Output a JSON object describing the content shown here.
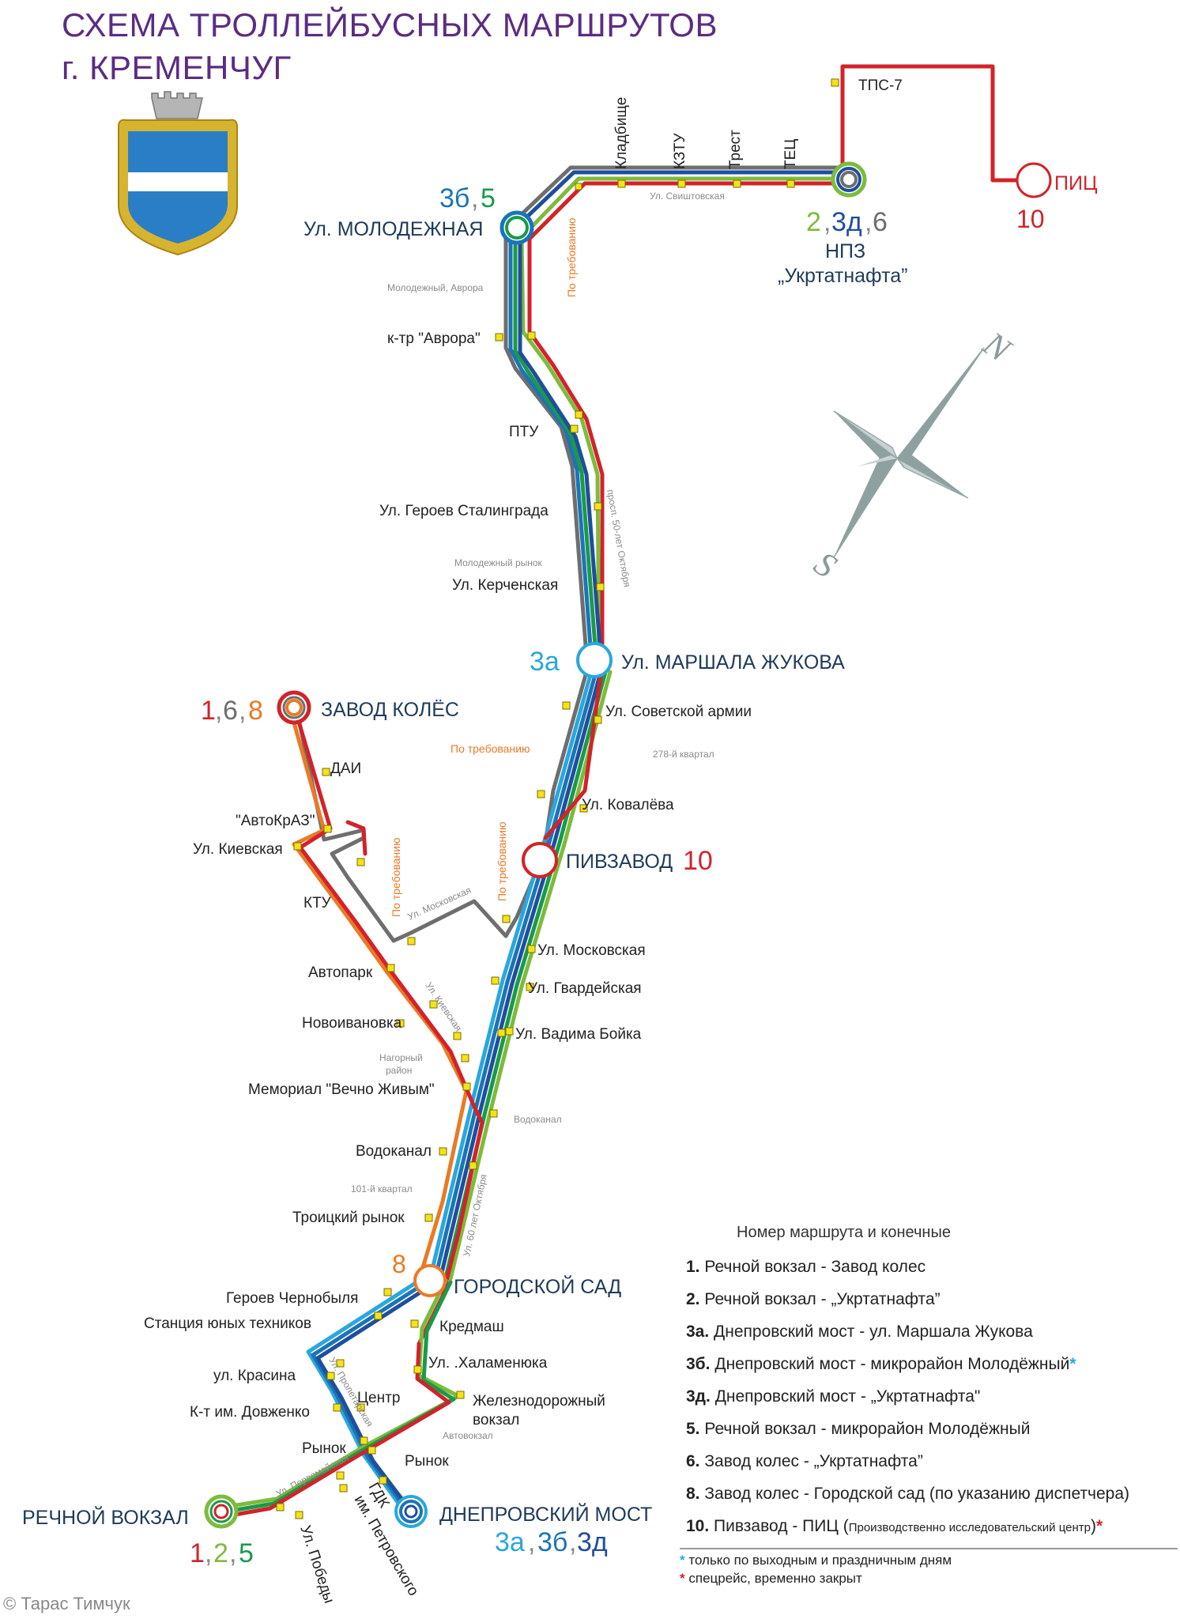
{
  "title": {
    "line1": "СХЕМА ТРОЛЛЕЙБУСНЫХ МАРШРУТОВ",
    "line2": "г. КРЕМЕНЧУГ"
  },
  "colors": {
    "r1": "#d2232a",
    "r2": "#7dbb3c",
    "r3a": "#2aa7dd",
    "r3b": "#1a74b8",
    "r3d": "#1e4f9c",
    "r5": "#1a9a49",
    "r6": "#6e6e6e",
    "r8": "#ea7a25",
    "r10": "#d2232a",
    "stop": "#f5e31a",
    "label": "#1f3a5a",
    "compass": "#8a9a9a"
  },
  "compass": {
    "north": "N",
    "south": "S"
  },
  "terminals": {
    "molodezhnaya": {
      "name": "Ул. МОЛОДЕЖНАЯ",
      "routes": [
        "3б",
        "5"
      ]
    },
    "npz": {
      "name": "НПЗ",
      "name2": "„Укртатнафта”",
      "routes": [
        "2",
        "3д",
        "6"
      ]
    },
    "pic": {
      "name": "ПИЦ",
      "routes": [
        "10"
      ]
    },
    "zhukova": {
      "name": "Ул. МАРШАЛА ЖУКОВА",
      "routes": [
        "3а"
      ]
    },
    "zavod": {
      "name": "ЗАВОД  КОЛЁС",
      "routes": [
        "1",
        "6",
        "8"
      ]
    },
    "pivzavod": {
      "name": "ПИВЗАВОД",
      "routes": [
        "10"
      ]
    },
    "gorsad": {
      "name": "ГОРОДСКОЙ САД",
      "routes": [
        "8"
      ]
    },
    "rechnoy": {
      "name": "РЕЧНОЙ ВОКЗАЛ",
      "routes": [
        "1",
        "2",
        "5"
      ]
    },
    "most": {
      "name": "ДНЕПРОВСКИЙ МОСТ",
      "routes": [
        "3а",
        "3б",
        "3д"
      ]
    }
  },
  "stops": {
    "tps7": "ТПС-7",
    "kladbische": "Кладбище",
    "kztu": "КЗТУ",
    "trest": "Трест",
    "tec": "ТЕЦ",
    "avrora": "к-тр \"Аврора\"",
    "ptu": "ПТУ",
    "stalingrad": "Ул. Героев Сталинграда",
    "kerch": "Ул. Керченская",
    "sovarmii": "Ул. Советской армии",
    "kovaleva": "Ул. Ковалёва",
    "moskovskaya": "Ул. Московская",
    "gvardeyskaya": "Ул. Гвардейская",
    "boyka": "Ул. Вадима Бойка",
    "dai": "ДАИ",
    "avtokraz": "\"АвтоКрАЗ\"",
    "kievskaya": "Ул. Киевская",
    "ktu": "КТУ",
    "avtopark": "Автопарк",
    "novoivanovka": "Новоивановка",
    "memorial": "Мемориал \"Вечно Живым\"",
    "vodokanal": "Водоканал",
    "troickiy": "Троицкий рынок",
    "chernobylya": "Героев Чернобыля",
    "yunyh": "Станция юных техников",
    "krasina": "ул. Красина",
    "dovzhenko": "К-т им. Довженко",
    "centr": "Центр",
    "rynok1": "Рынок",
    "rynok2": "Рынок",
    "kredmash": "Кредмаш",
    "halamenyuka": "Ул. .Халаменюка",
    "zhd1": "Железнодорожный",
    "zhd2": "вокзал",
    "pobedy": "Ул. Победы",
    "gdk1": "ГДК",
    "gdk2": "им. Петровского"
  },
  "streets": {
    "svishtovskaya": "Ул. Свиштовская",
    "molodezh_avrora": "Молодежный, Аврора",
    "prosp50": "просп. 50-лет Октября",
    "molrynok": "Молодежный рынок",
    "kvartal278": "278-й квартал",
    "moskovskaya_st": "Ул. Московская",
    "kievskaya_st": "Ул. Киевская",
    "nagorny1": "Нагорный",
    "nagorny2": "район",
    "vodokanal_area": "Водоканал",
    "kvartal101": "101-й квартал",
    "ul60": "Ул. 60 лет Октября",
    "proletarskaya": "Ул. Пролетарская",
    "pervomayskaya": "Ул. Первомайская",
    "avtovokzal": "Автовокзал"
  },
  "on_request": "По требованию",
  "legend": {
    "heading": "Номер маршрута и конечные",
    "rows": [
      {
        "num": "1.",
        "text": "Речной вокзал - Завод колес"
      },
      {
        "num": "2.",
        "text": "Речной вокзал - „Укртатнафта”"
      },
      {
        "num": "3а.",
        "text": "Днепровский мост - ул. Маршала Жукова"
      },
      {
        "num": "3б.",
        "text": "Днепровский мост - микрорайон Молодёжный"
      },
      {
        "num": "3д.",
        "text": "Днепровский мост - „Укртатнафта\""
      },
      {
        "num": "5.",
        "text": "Речной вокзал - микрорайон Молодёжный"
      },
      {
        "num": "6.",
        "text": "Завод колес - „Укртатнафта”"
      },
      {
        "num": "8.",
        "text": "Завод колес - Городской сад (по указанию диспетчера)"
      },
      {
        "num": "10.",
        "text": "Пивзавод - ПИЦ (",
        "small": "Производственно исследовательский центр",
        "tail": ")"
      }
    ],
    "star": "*",
    "note1": "только по выходным и праздничным дням",
    "note2": "спецрейс, временно закрыт"
  },
  "copyright": "© Тарас Тимчук"
}
